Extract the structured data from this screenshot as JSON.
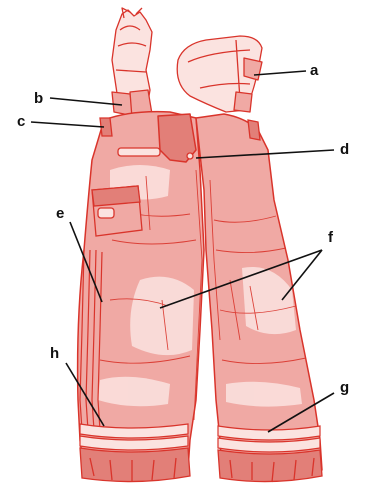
{
  "figure": {
    "labels": [
      {
        "id": "a",
        "text": "a"
      },
      {
        "id": "b",
        "text": "b"
      },
      {
        "id": "c",
        "text": "c"
      },
      {
        "id": "d",
        "text": "d"
      },
      {
        "id": "e",
        "text": "e"
      },
      {
        "id": "f",
        "text": "f"
      },
      {
        "id": "g",
        "text": "g"
      },
      {
        "id": "h",
        "text": "h"
      }
    ],
    "colors": {
      "outline": "#d9342b",
      "fill": "#f0a9a4",
      "fill_dark": "#e27f78",
      "highlight": "#fbe3e0",
      "label": "#111111"
    }
  }
}
